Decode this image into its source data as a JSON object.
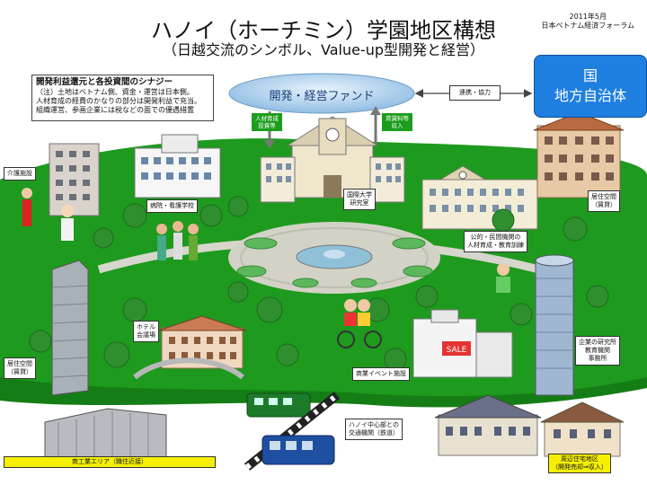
{
  "header": {
    "title": "ハノイ（ホーチミン）学園地区構想",
    "subtitle": "（日越交流のシンボル、Value-up型開発と経営）",
    "date": "2011年5月",
    "forum": "日本ベトナム経済フォーラム"
  },
  "synergy_box": {
    "heading": "開発利益還元と各投資間のシナジー",
    "line1": "（注）土地はベトナム側、資金・運営は日本側。",
    "line2": "人材育成の経費のかなりの部分は開発利益で充当。",
    "line3": "組織運営、参画企業には税などの面での優遇措置"
  },
  "fund": {
    "label": "開発・経営ファンド",
    "tag_left": "人材育成\n投資等",
    "tag_right": "賃貸料等\n収入",
    "link_label": "連携・協力"
  },
  "government": {
    "line1": "国",
    "line2": "地方自治体"
  },
  "labels": {
    "care_facility": "介護施設",
    "nursing_school": "病院・看護学校",
    "graduate_school": "国際大学\n研究室",
    "training_institution": "公的・民間機関の\n人材育成・教育訓練",
    "residence_right": "居住空間\n（賃貸）",
    "hotel": "ホテル\n会議場",
    "residence_left": "居住空間\n（賃貸）",
    "commercial_event": "商業イベント施設",
    "corporate_labs": "企業の研究所\n教育機関\n事務所",
    "transport": "ハノイ中心部との\n交通機関（鉄道）",
    "industrial_area": "商工業エリア（職住近接）",
    "suburban_housing": "周辺住宅地区\n（開発売却⇒収入）"
  },
  "colors": {
    "ground": "#1e9a1e",
    "ground_dark": "#157d15",
    "plaza": "#d2d2c6",
    "government_blue": "#1f7fe0",
    "fund_blue": "#9cc4e6",
    "highlight_yellow": "#f5f000"
  }
}
